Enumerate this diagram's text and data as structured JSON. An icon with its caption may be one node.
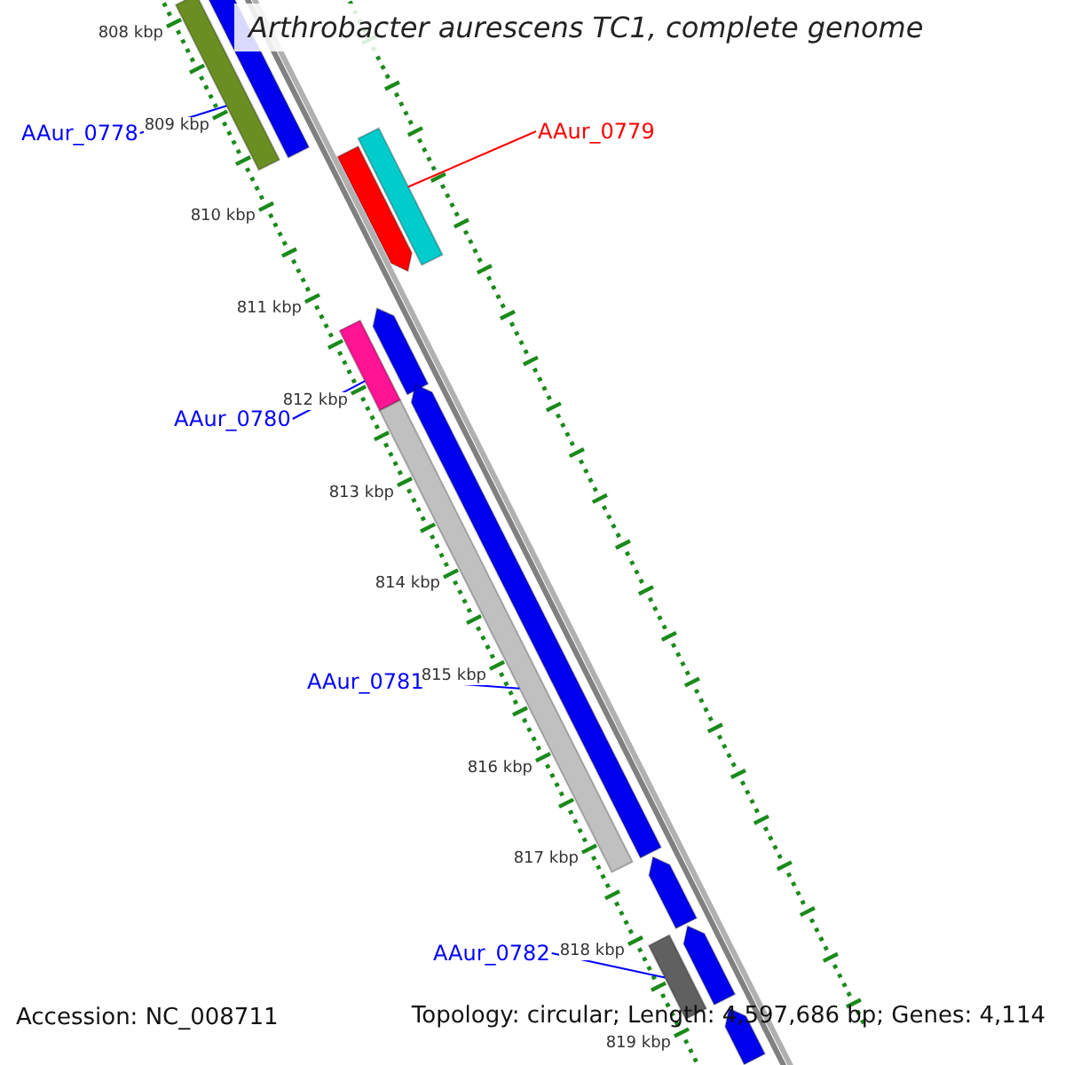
{
  "diagram": {
    "title": "Arthrobacter aurescens TC1, complete genome",
    "nodes": [
      {
        "text": [
          "AAur_0778"
        ]
      },
      {
        "text": [
          "AAur_0779"
        ]
      },
      {
        "text": [
          "AAur_0780"
        ]
      },
      {
        "text": [
          "AAur_0781"
        ]
      },
      {
        "text": [
          "AAur_0782"
        ]
      },
      {
        "text": [],
        "shape": "bar"
      },
      {
        "text": [],
        "shape": "bar"
      },
      {
        "text": [],
        "shape": "bar"
      },
      {
        "text": [],
        "shape": "bar"
      },
      {
        "text": [],
        "shape": "bar"
      },
      {
        "text": [],
        "shape": "bar"
      },
      {
        "text": [],
        "shape": "bar"
      },
      {
        "text": [],
        "shape": "bar"
      },
      {
        "text": [],
        "shape": "bar"
      },
      {
        "text": [],
        "shape": "bar"
      },
      {
        "text": [],
        "shape": "bar"
      },
      {
        "text": [],
        "shape": "bar"
      }
    ],
    "edges": [
      {
        "from": 0,
        "to": 5,
        "arrow": "none"
      },
      {
        "from": 1,
        "to": 6,
        "arrow": "none",
        "color": "#ff0000"
      },
      {
        "from": 2,
        "to": 7,
        "arrow": "none"
      },
      {
        "from": 3,
        "to": 8,
        "arrow": "none"
      },
      {
        "from": 4,
        "to": 9,
        "arrow": "none"
      }
    ],
    "labels": [
      "808 kbp",
      "809 kbp",
      "810 kbp",
      "811 kbp",
      "812 kbp",
      "813 kbp",
      "814 kbp",
      "815 kbp",
      "816 kbp",
      "817 kbp",
      "818 kbp",
      "819 kbp",
      "Accession: NC_008711",
      "Topology: circular; Length: 4,597,686 bp; Genes: 4,114"
    ]
  }
}
